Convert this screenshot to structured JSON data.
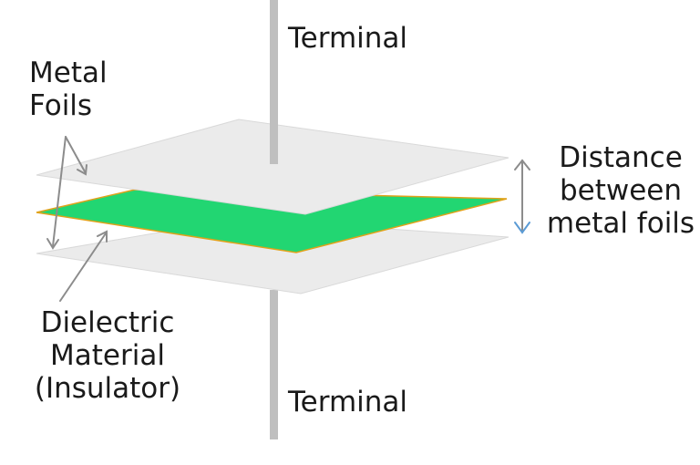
{
  "labels": {
    "terminal_top": "Terminal",
    "terminal_bottom": "Terminal",
    "metal_foils": [
      "Metal",
      "Foils"
    ],
    "distance": [
      "Distance",
      "between",
      "metal foils"
    ],
    "dielectric": [
      "Dielectric",
      "Material",
      "(Insulator)"
    ]
  },
  "colors": {
    "terminal": "#bfbfbf",
    "foil_fill": "#ebebeb",
    "foil_edge": "#d9d9d9",
    "dielectric_fill": "#22d672",
    "dielectric_edge": "#e0a21a",
    "arrow": "#8c8c8c",
    "arrow_head_blue": "#5b9bd5",
    "text": "#1a1a1a"
  }
}
